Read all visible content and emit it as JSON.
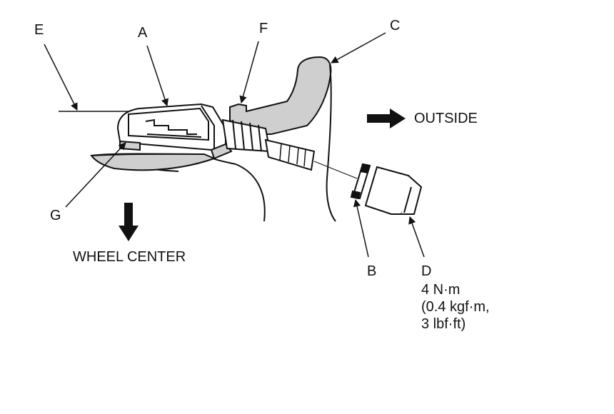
{
  "labels": {
    "a": "A",
    "b": "B",
    "c": "C",
    "d": "D",
    "e": "E",
    "f": "F",
    "g": "G"
  },
  "captions": {
    "outside": "OUTSIDE",
    "wheel_center": "WHEEL CENTER"
  },
  "torque": {
    "line1": "4 N·m",
    "line2": "(0.4 kgf·m,",
    "line3": "3 lbf·ft)"
  },
  "colors": {
    "line": "#111111",
    "fill_gray": "#cfcfcf",
    "background": "#ffffff"
  }
}
